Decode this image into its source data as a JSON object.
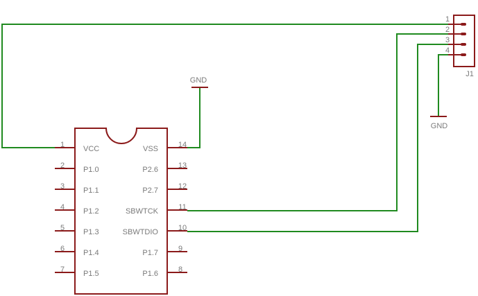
{
  "ic": {
    "left_pins": [
      {
        "num": "1",
        "name": "VCC"
      },
      {
        "num": "2",
        "name": "P1.0"
      },
      {
        "num": "3",
        "name": "P1.1"
      },
      {
        "num": "4",
        "name": "P1.2"
      },
      {
        "num": "5",
        "name": "P1.3"
      },
      {
        "num": "6",
        "name": "P1.4"
      },
      {
        "num": "7",
        "name": "P1.5"
      }
    ],
    "right_pins": [
      {
        "num": "14",
        "name": "VSS"
      },
      {
        "num": "13",
        "name": "P2.6"
      },
      {
        "num": "12",
        "name": "P2.7"
      },
      {
        "num": "11",
        "name": "SBWTCK"
      },
      {
        "num": "10",
        "name": "SBWTDIO"
      },
      {
        "num": "9",
        "name": "P1.7"
      },
      {
        "num": "8",
        "name": "P1.6"
      }
    ]
  },
  "connector": {
    "ref": "J1",
    "pins": [
      "1",
      "2",
      "3",
      "4"
    ]
  },
  "gnd": {
    "ic_label": "GND",
    "conn_label": "GND"
  },
  "colors": {
    "part": "#8b1a1a",
    "wire": "#1f8a1f",
    "text": "#7a7a7a"
  }
}
